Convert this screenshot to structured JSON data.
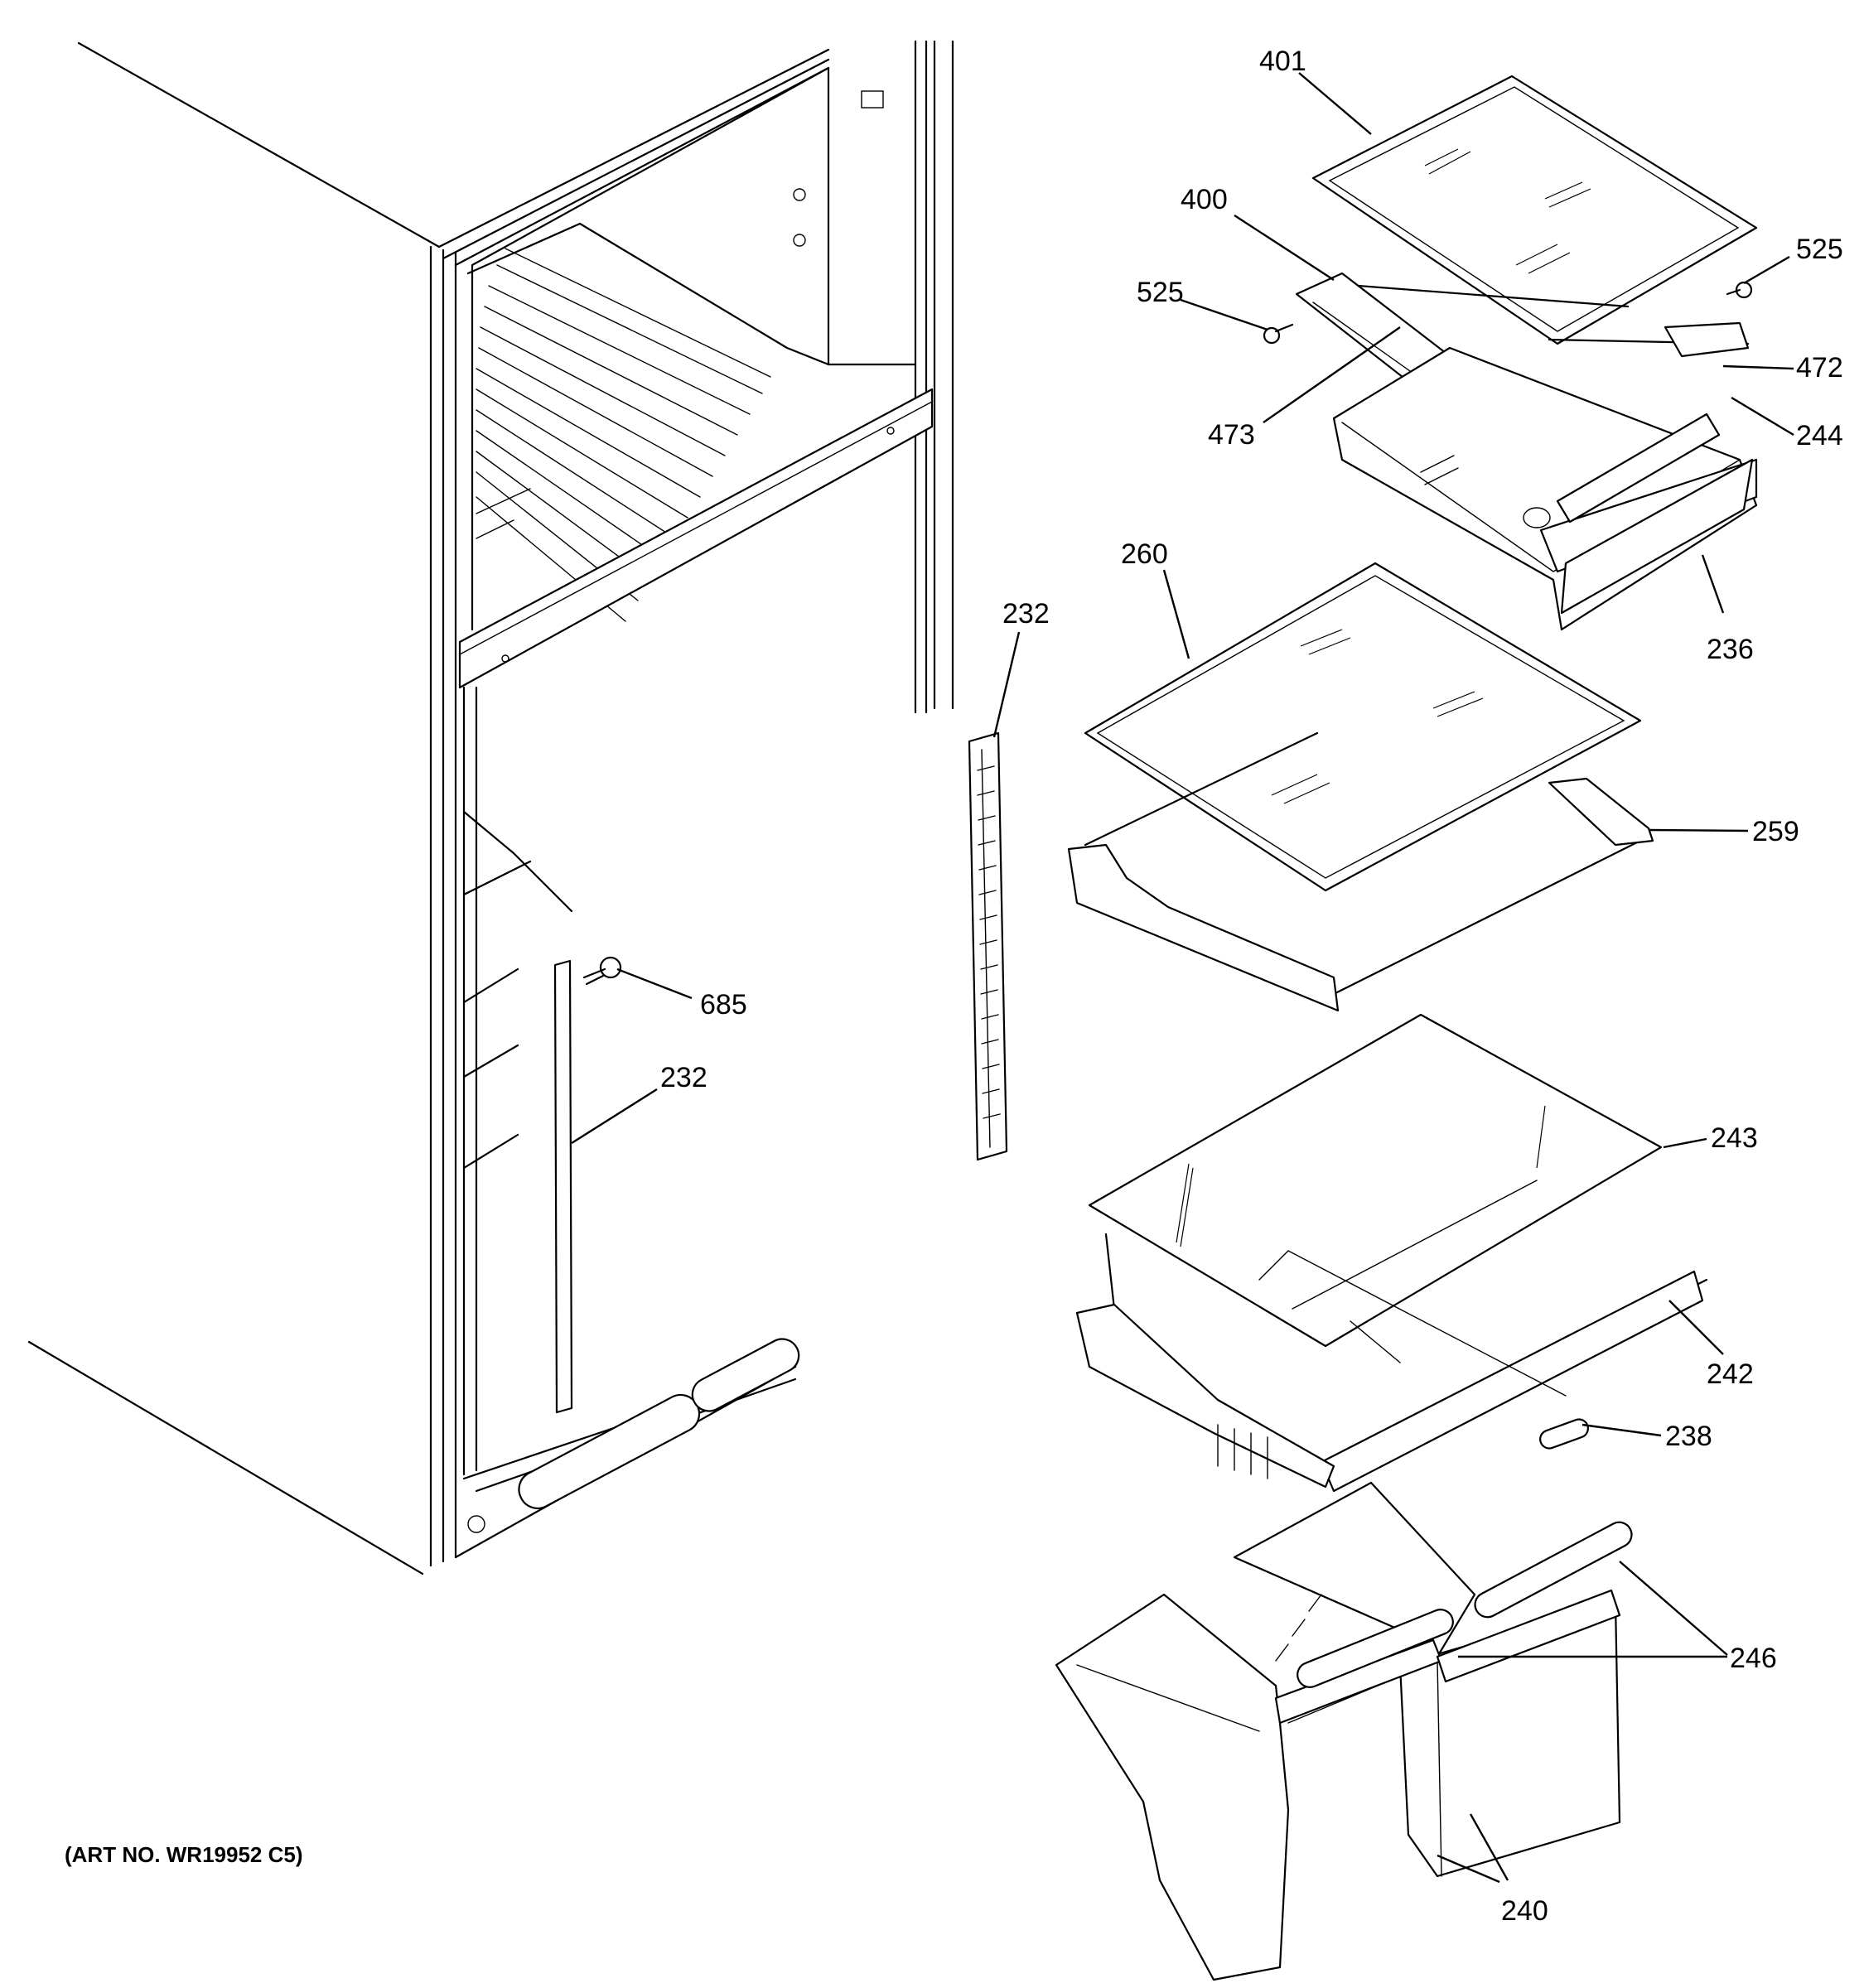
{
  "art_number": "(ART NO. WR19952 C5)",
  "callouts": [
    {
      "id": "c401",
      "text": "401"
    },
    {
      "id": "c400",
      "text": "400"
    },
    {
      "id": "c525a",
      "text": "525"
    },
    {
      "id": "c525b",
      "text": "525"
    },
    {
      "id": "c472",
      "text": "472"
    },
    {
      "id": "c473",
      "text": "473"
    },
    {
      "id": "c244",
      "text": "244"
    },
    {
      "id": "c236",
      "text": "236"
    },
    {
      "id": "c260",
      "text": "260"
    },
    {
      "id": "c232a",
      "text": "232"
    },
    {
      "id": "c259",
      "text": "259"
    },
    {
      "id": "c685",
      "text": "685"
    },
    {
      "id": "c232b",
      "text": "232"
    },
    {
      "id": "c243",
      "text": "243"
    },
    {
      "id": "c242",
      "text": "242"
    },
    {
      "id": "c238",
      "text": "238"
    },
    {
      "id": "c246",
      "text": "246"
    },
    {
      "id": "c240",
      "text": "240"
    }
  ]
}
